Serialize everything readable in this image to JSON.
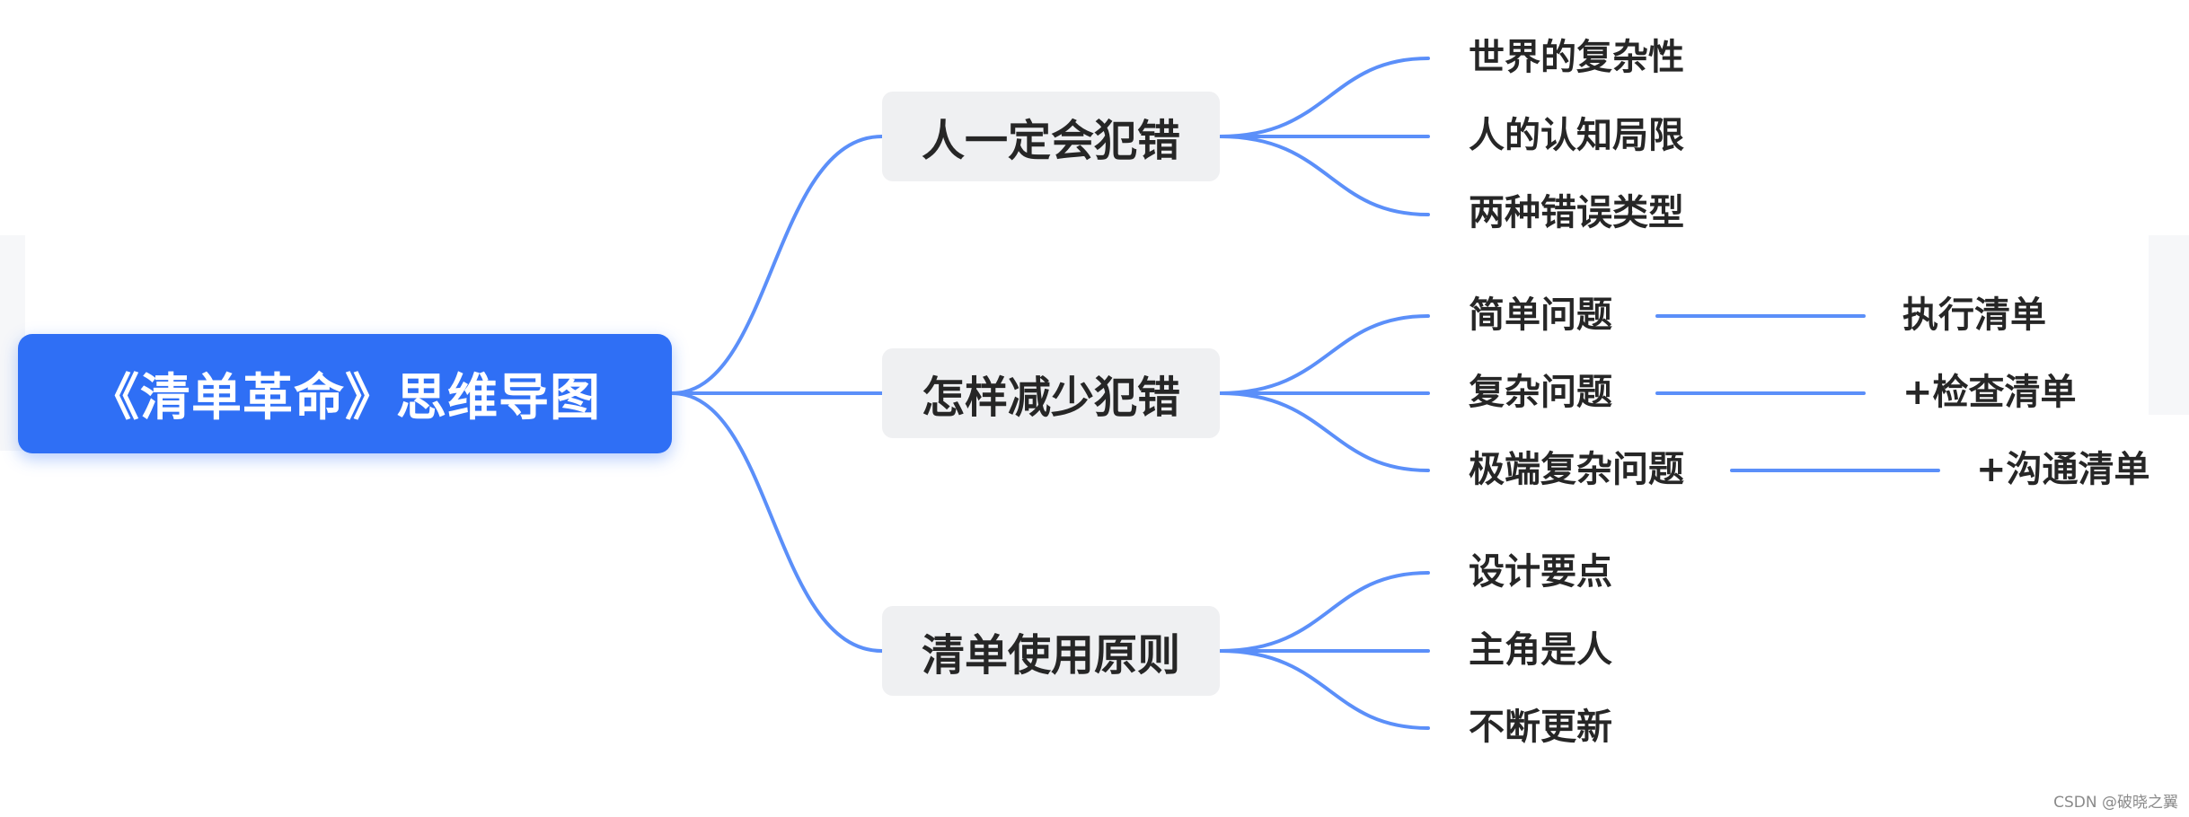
{
  "diagram": {
    "root": {
      "label": "《清单革命》思维导图"
    },
    "branches": [
      {
        "label": "人一定会犯错",
        "leaves": [
          {
            "label": "世界的复杂性"
          },
          {
            "label": "人的认知局限"
          },
          {
            "label": "两种错误类型"
          }
        ]
      },
      {
        "label": "怎样减少犯错",
        "leaves": [
          {
            "label": "简单问题",
            "next": "执行清单"
          },
          {
            "label": "复杂问题",
            "next": "+检查清单"
          },
          {
            "label": "极端复杂问题",
            "next": "+沟通清单"
          }
        ]
      },
      {
        "label": "清单使用原则",
        "leaves": [
          {
            "label": "设计要点"
          },
          {
            "label": "主角是人"
          },
          {
            "label": "不断更新"
          }
        ]
      }
    ]
  },
  "watermark": "CSDN @破晓之翼",
  "colors": {
    "root": "#2f6ff5",
    "branch_bg": "#eff0f2",
    "link": "#5b8ff9",
    "text": "#262626"
  }
}
